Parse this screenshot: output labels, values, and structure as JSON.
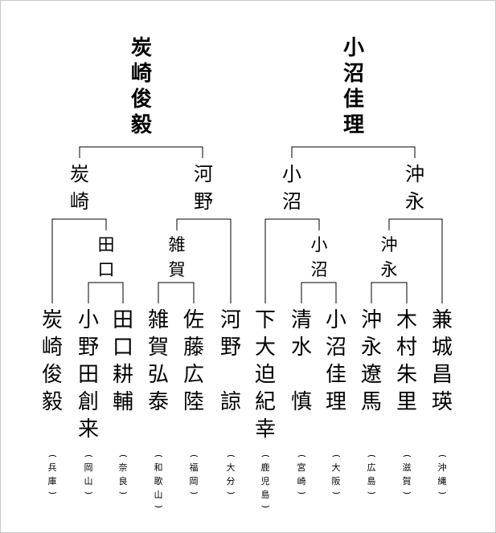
{
  "winners": {
    "left": "炭崎俊毅",
    "right": "小沼佳理"
  },
  "semifinalists": [
    "炭崎",
    "河野",
    "小沼",
    "沖永"
  ],
  "quarterfinalists": [
    "田口",
    "雑賀",
    "小沼",
    "沖永"
  ],
  "players": [
    {
      "name": "炭崎俊毅",
      "pref": "兵庫"
    },
    {
      "name": "小野田創来",
      "pref": "岡山"
    },
    {
      "name": "田口耕輔",
      "pref": "奈良"
    },
    {
      "name": "雑賀弘泰",
      "pref": "和歌山"
    },
    {
      "name": "佐藤広陸",
      "pref": "福岡"
    },
    {
      "name": "河野　諒",
      "pref": "大分"
    },
    {
      "name": "下大迫紀幸",
      "pref": "鹿児島"
    },
    {
      "name": "清水　慎",
      "pref": "宮崎"
    },
    {
      "name": "小沼佳理",
      "pref": "大阪"
    },
    {
      "name": "沖永遼馬",
      "pref": "広島"
    },
    {
      "name": "木村朱里",
      "pref": "滋賀"
    },
    {
      "name": "兼城昌瑛",
      "pref": "沖縄"
    }
  ]
}
